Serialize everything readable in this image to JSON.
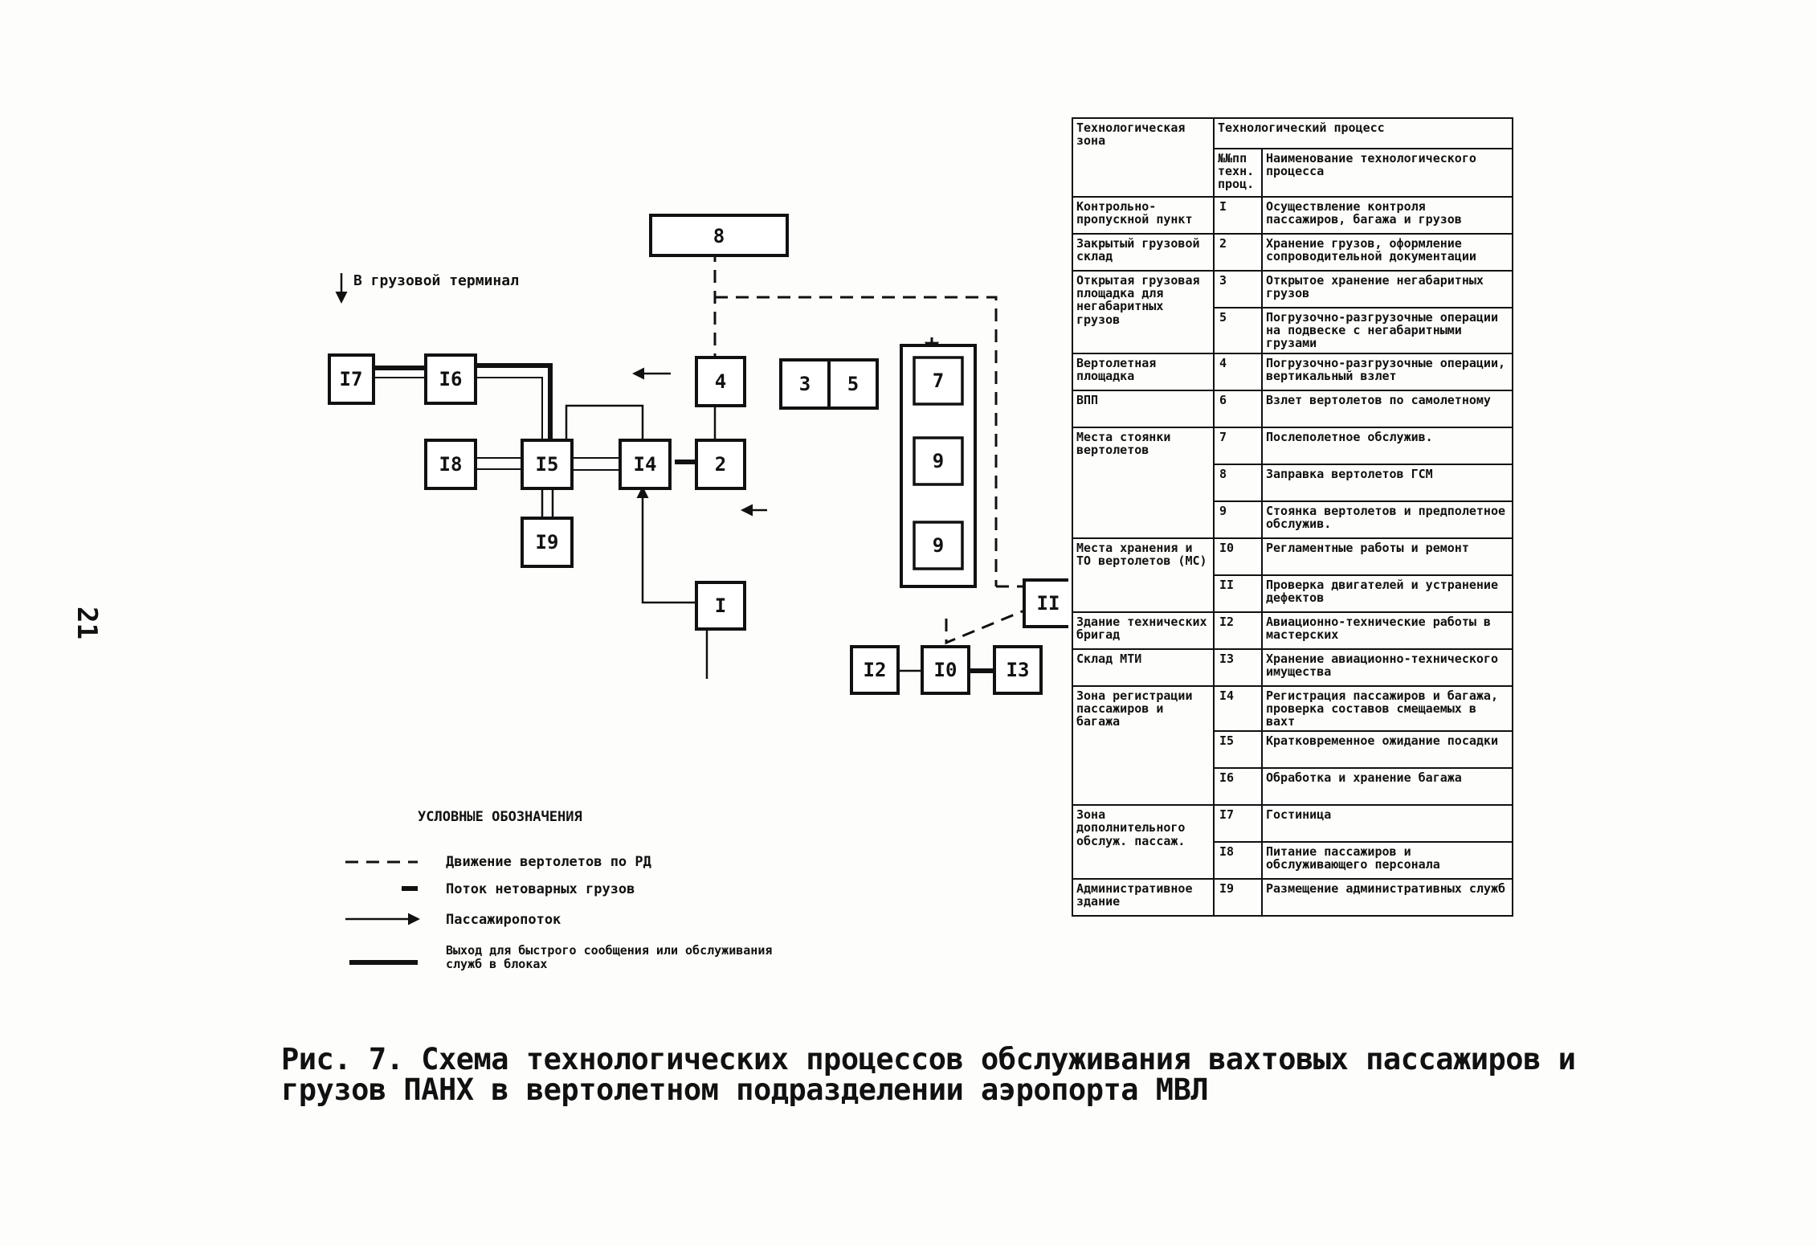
{
  "page_number": "21",
  "caption": "Рис. 7. Схема технологических процессов обслуживания вахтовых пассажиров и грузов ПАНХ в вертолетном подразделении аэропорта МВЛ",
  "scheme": {
    "nodes": [
      "8",
      "4",
      "2",
      "3",
      "5",
      "7",
      "9",
      "9",
      "I",
      "II",
      "I0",
      "I2",
      "I3",
      "I4",
      "I5",
      "I6",
      "I7",
      "I8",
      "I9"
    ],
    "direction_label": "В грузовой терминал"
  },
  "legend": {
    "title": "УСЛОВНЫЕ ОБОЗНАЧЕНИЯ",
    "items": [
      "Движение вертолетов по РД",
      "Поток нетоварных грузов",
      "Пассажиропоток",
      "Выход для быстрого сообщения или обслуживания служб в блоках"
    ]
  },
  "table": {
    "header": {
      "zone": "Технологическая зона",
      "process": "Технологический процесс",
      "number": "№№пп техн. проц.",
      "name": "Наименование технологического процесса"
    },
    "groups": [
      {
        "zone": "Контрольно-пропускной пункт",
        "rows": [
          {
            "num": "I",
            "name": "Осуществление контроля пассажиров, багажа и грузов"
          }
        ]
      },
      {
        "zone": "Закрытый грузовой склад",
        "rows": [
          {
            "num": "2",
            "name": "Хранение грузов, оформление сопроводительной документации"
          }
        ]
      },
      {
        "zone": "Открытая грузовая площадка для негабаритных грузов",
        "rows": [
          {
            "num": "3",
            "name": "Открытое хранение негабаритных грузов"
          },
          {
            "num": "5",
            "name": "Погрузочно-разгрузочные операции на подвеске с негабаритными грузами"
          }
        ]
      },
      {
        "zone": "Вертолетная площадка",
        "rows": [
          {
            "num": "4",
            "name": "Погрузочно-разгрузочные операции, вертикальный взлет"
          }
        ]
      },
      {
        "zone": "ВПП",
        "rows": [
          {
            "num": "6",
            "name": "Взлет вертолетов по самолетному"
          }
        ]
      },
      {
        "zone": "Места стоянки вертолетов",
        "rows": [
          {
            "num": "7",
            "name": "Послеполетное обслужив."
          },
          {
            "num": "8",
            "name": "Заправка вертолетов ГСМ"
          },
          {
            "num": "9",
            "name": "Стоянка вертолетов и предполетное обслужив."
          }
        ]
      },
      {
        "zone": "Места хранения и ТО вертолетов (МС)",
        "rows": [
          {
            "num": "I0",
            "name": "Регламентные работы и ремонт"
          },
          {
            "num": "II",
            "name": "Проверка двигателей и устранение дефектов"
          }
        ]
      },
      {
        "zone": "Здание технических бригад",
        "rows": [
          {
            "num": "I2",
            "name": "Авиационно-технические работы в мастерских"
          }
        ]
      },
      {
        "zone": "Склад МТИ",
        "rows": [
          {
            "num": "I3",
            "name": "Хранение авиационно-технического имущества"
          }
        ]
      },
      {
        "zone": "Зона регистрации пассажиров и багажа",
        "rows": [
          {
            "num": "I4",
            "name": "Регистрация пассажиров и багажа, проверка составов смещаемых в вахт"
          },
          {
            "num": "I5",
            "name": "Кратковременное ожидание посадки"
          },
          {
            "num": "I6",
            "name": "Обработка и хранение багажа"
          }
        ]
      },
      {
        "zone": "Зона дополнительного обслуж. пассаж.",
        "rows": [
          {
            "num": "I7",
            "name": "Гостиница"
          },
          {
            "num": "I8",
            "name": "Питание пассажиров и обслуживающего персонала"
          }
        ]
      },
      {
        "zone": "Административное здание",
        "rows": [
          {
            "num": "I9",
            "name": "Размещение административных служб"
          }
        ]
      }
    ]
  }
}
